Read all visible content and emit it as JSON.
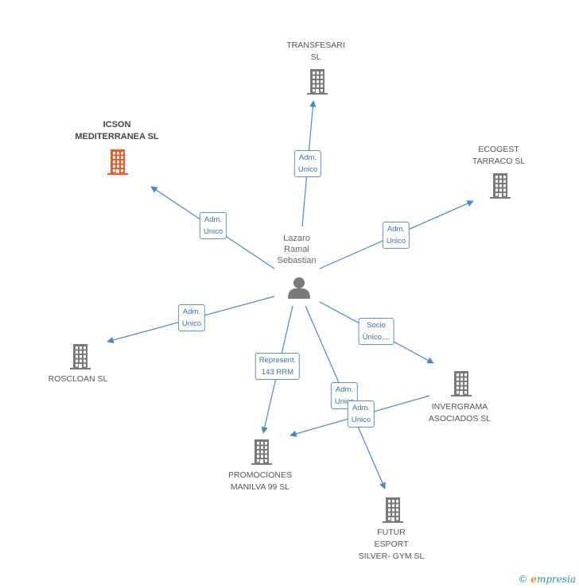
{
  "colors": {
    "edge": "#4a86d0",
    "building": "#7a7a7a",
    "building_highlight": "#f05a28",
    "person": "#7a7a7a"
  },
  "center": {
    "name_lines": [
      "Lazaro",
      "Ramal",
      "Sebastian"
    ],
    "icon": "person-icon"
  },
  "companies": [
    {
      "id": "transfesari",
      "lines": [
        "TRANSFESARI",
        "SL"
      ],
      "icon": "building-icon",
      "highlight": false
    },
    {
      "id": "icson",
      "lines": [
        "ICSON",
        "MEDITERRANEA SL"
      ],
      "icon": "building-icon",
      "highlight": true
    },
    {
      "id": "ecogest",
      "lines": [
        "ECOGEST",
        "TARRACO SL"
      ],
      "icon": "building-icon",
      "highlight": false
    },
    {
      "id": "roscloan",
      "lines": [
        "ROSCLOAN SL"
      ],
      "icon": "building-icon",
      "highlight": false
    },
    {
      "id": "invergrama",
      "lines": [
        "INVERGRAMA",
        "ASOCIADOS SL"
      ],
      "icon": "building-icon",
      "highlight": false
    },
    {
      "id": "promociones",
      "lines": [
        "PROMOCIONES",
        "MANILVA 99 SL"
      ],
      "icon": "building-icon",
      "highlight": false
    },
    {
      "id": "futur",
      "lines": [
        "FUTUR",
        "ESPORT",
        "SILVER- GYM SL"
      ],
      "icon": "building-icon",
      "highlight": false
    }
  ],
  "relations": [
    {
      "from": "center",
      "to": "transfesari",
      "lines": [
        "Adm.",
        "Unico"
      ]
    },
    {
      "from": "center",
      "to": "icson",
      "lines": [
        "Adm.",
        "Unico"
      ]
    },
    {
      "from": "center",
      "to": "ecogest",
      "lines": [
        "Adm.",
        "Unico"
      ]
    },
    {
      "from": "center",
      "to": "roscloan",
      "lines": [
        "Adm.",
        "Unico"
      ]
    },
    {
      "from": "center",
      "to": "invergrama",
      "lines": [
        "Socio",
        "Único,..."
      ]
    },
    {
      "from": "center",
      "to": "promociones",
      "lines": [
        "Represent.",
        "143 RRM"
      ]
    },
    {
      "from": "center",
      "to": "futur",
      "lines": [
        "Adm.",
        "Unico"
      ]
    },
    {
      "from": "invergrama",
      "to": "promociones",
      "lines": [
        "Adm.",
        "Unico"
      ]
    }
  ],
  "footer": {
    "copyright": "©",
    "brand_first": "e",
    "brand_rest": "mpresia"
  }
}
